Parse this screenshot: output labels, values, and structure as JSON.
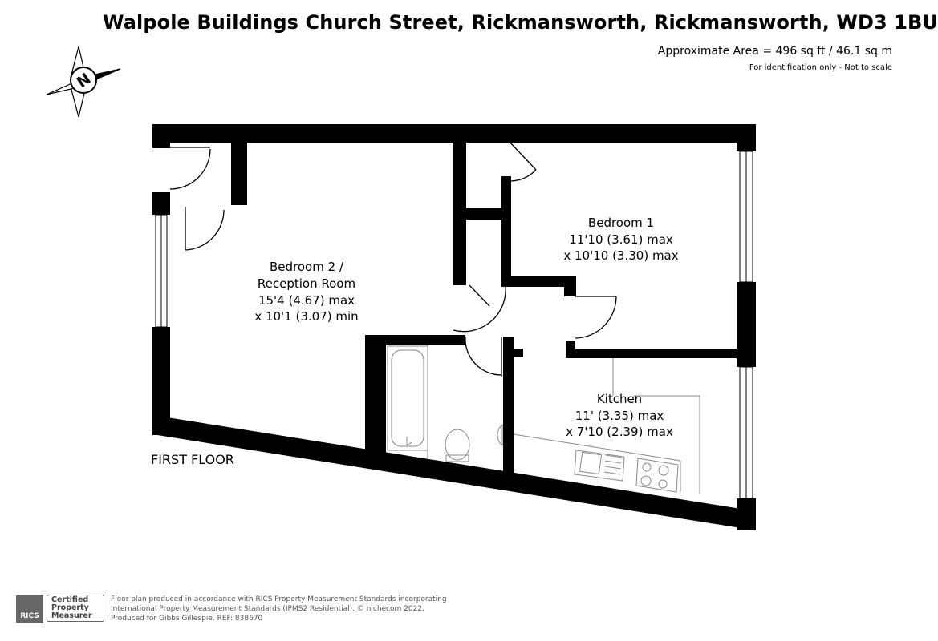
{
  "header": {
    "title": "Walpole Buildings Church Street, Rickmansworth, Rickmansworth, WD3 1BU",
    "area": "Approximate Area = 496 sq ft / 46.1 sq m",
    "note": "For identification only - Not to scale"
  },
  "compass": {
    "letter": "N"
  },
  "rooms": {
    "bedroom2": {
      "line1": "Bedroom 2 /",
      "line2": "Reception Room",
      "line3": "15'4 (4.67) max",
      "line4": "x 10'1 (3.07) min"
    },
    "bedroom1": {
      "line1": "Bedroom 1",
      "line2": "11'10 (3.61) max",
      "line3": "x 10'10 (3.30) max"
    },
    "kitchen": {
      "line1": "Kitchen",
      "line2": "11' (3.35) max",
      "line3": "x 7'10 (2.39) max"
    }
  },
  "floor_label": "FIRST FLOOR",
  "footer": {
    "logo_text": "RICS",
    "cert_line1": "Certified",
    "cert_line2": "Property",
    "cert_line3": "Measurer",
    "line1": "Floor plan produced in accordance with RICS Property Measurement Standards incorporating",
    "line2": "International Property Measurement Standards (IPMS2 Residential).   © nichecom 2022.",
    "line3": "Produced for Gibbs Gillespie.   REF:  838670"
  },
  "colors": {
    "wall": "#000000",
    "fixture": "#888888",
    "text": "#000000"
  }
}
